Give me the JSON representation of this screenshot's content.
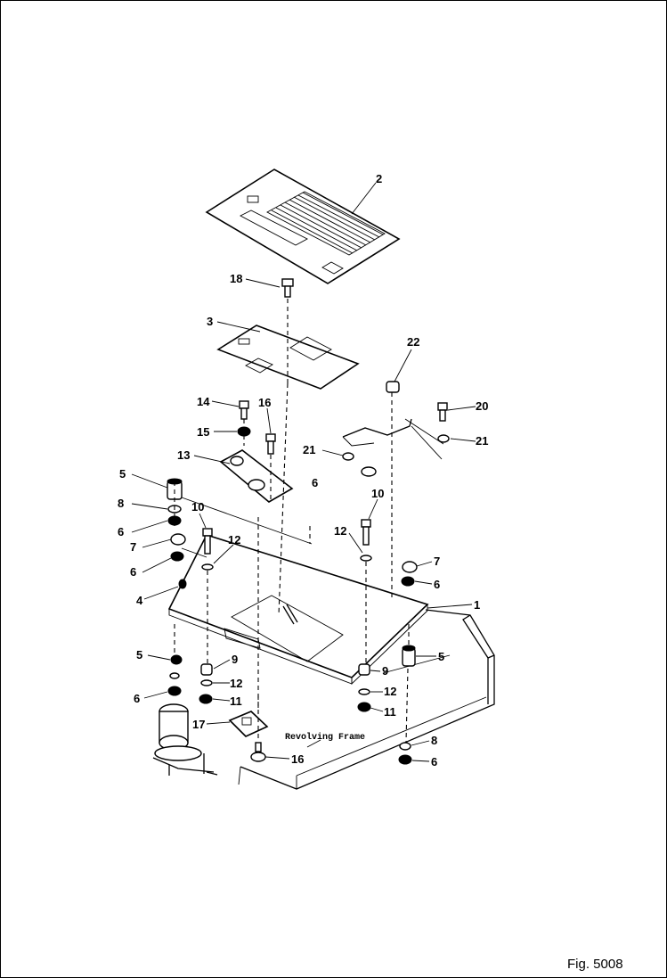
{
  "figure": {
    "caption": "Fig. 5008"
  },
  "frame_label": "Revolving Frame",
  "callouts": {
    "c2": "2",
    "c18": "18",
    "c3": "3",
    "c22": "22",
    "c14": "14",
    "c16a": "16",
    "c20": "20",
    "c15": "15",
    "c21a": "21",
    "c21b": "21",
    "c13": "13",
    "c5a": "5",
    "c8a": "8",
    "c6a": "6",
    "c6b": "6",
    "c10a": "10",
    "c10b": "10",
    "c12a": "12",
    "c12b": "12",
    "c7a": "7",
    "c6c": "6",
    "c4": "4",
    "c1": "1",
    "c7b": "7",
    "c6d": "6",
    "c5b": "5",
    "c5c": "5",
    "c9a": "9",
    "c9b": "9",
    "c12c": "12",
    "c12d": "12",
    "c6e": "6",
    "c11a": "11",
    "c11b": "11",
    "c17": "17",
    "c16b": "16",
    "c8b": "8",
    "c6f": "6"
  }
}
